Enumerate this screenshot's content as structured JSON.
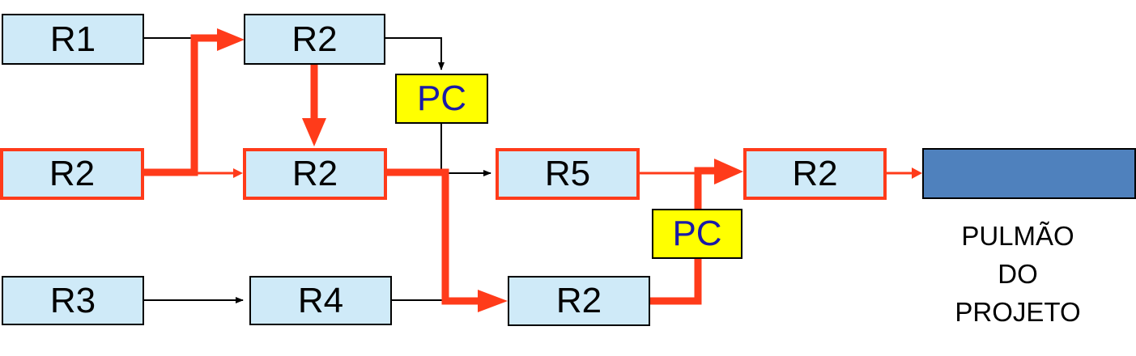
{
  "diagram": {
    "colors": {
      "task_fill": "#cfeaf8",
      "critical_chain": "#ff3b1a",
      "feeding_chain": "#000000",
      "pc_fill": "#ffff00",
      "pc_text": "#1a1aa8",
      "buffer_fill": "#4f81bd"
    },
    "tasks": {
      "r1_top": "R1",
      "r2_top": "R2",
      "r2_left": "R2",
      "r2_mid": "R2",
      "r5": "R5",
      "r2_end": "R2",
      "r3": "R3",
      "r4": "R4",
      "r2_low": "R2"
    },
    "feeding_buffers": {
      "pc_upper": "PC",
      "pc_lower": "PC"
    },
    "project_buffer": {
      "label_line1": "PULMÃO",
      "label_line2": "DO",
      "label_line3": "PROJETO"
    }
  }
}
